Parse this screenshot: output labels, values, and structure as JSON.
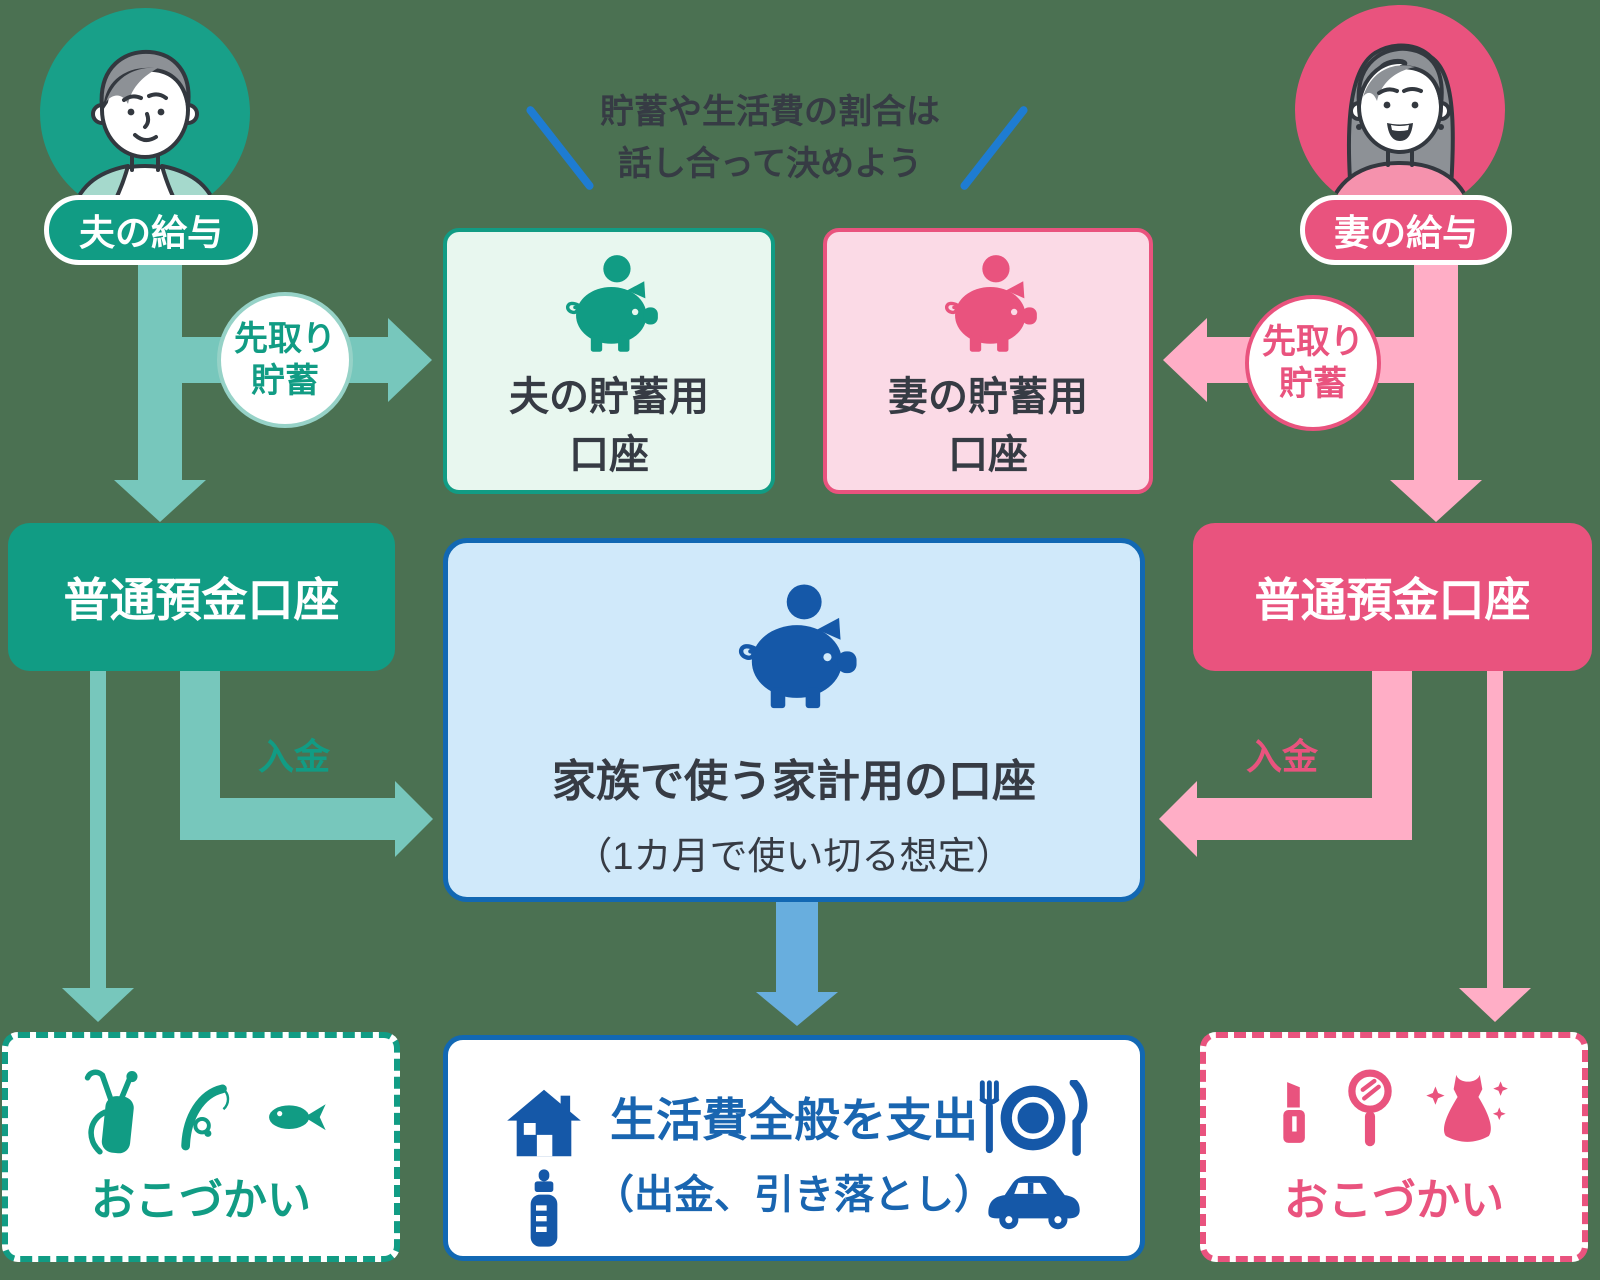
{
  "note": {
    "line1": "貯蓄や生活費の割合は",
    "line2": "話し合って決めよう"
  },
  "husband": {
    "salary": "夫の給与",
    "presave_line1": "先取り",
    "presave_line2": "貯蓄",
    "savings_line1": "夫の貯蓄用",
    "savings_line2": "口座",
    "checking": "普通預金口座",
    "deposit": "入金",
    "allowance": "おこづかい"
  },
  "wife": {
    "salary": "妻の給与",
    "presave_line1": "先取り",
    "presave_line2": "貯蓄",
    "savings_line1": "妻の貯蓄用",
    "savings_line2": "口座",
    "checking": "普通預金口座",
    "deposit": "入金",
    "allowance": "おこづかい"
  },
  "family": {
    "account_title": "家族で使う家計用の口座",
    "account_subtitle": "（1カ月で使い切る想定）",
    "spend_title": "生活費全般を支出",
    "spend_subtitle": "（出金、引き落とし）"
  },
  "icons": {
    "husband_avatar": "man-avatar",
    "wife_avatar": "woman-avatar",
    "savings": "piggy-bank-icon",
    "spending": [
      "house-icon",
      "baby-bottle-icon",
      "meal-icon",
      "car-icon"
    ],
    "husband_allowance": [
      "golf-bag-icon",
      "fishing-rod-icon",
      "fish-icon"
    ],
    "wife_allowance": [
      "lipstick-icon",
      "hand-mirror-icon",
      "dress-icon"
    ]
  },
  "colors": {
    "background": "#4b7152",
    "teal": "#119c84",
    "teal_light": "#77c7bc",
    "mint_fill": "#e8f7ef",
    "pink": "#e9537e",
    "pink_light": "#ffaec6",
    "pink_fill": "#fbdae6",
    "blue_border": "#1268b3",
    "blue_icon": "#1558a8",
    "blue_text": "#1965b0",
    "blue_fill": "#d0e9fa",
    "blue_arrow": "#68aede",
    "slash_blue": "#1e7cd2",
    "text_dark": "#363b44"
  }
}
